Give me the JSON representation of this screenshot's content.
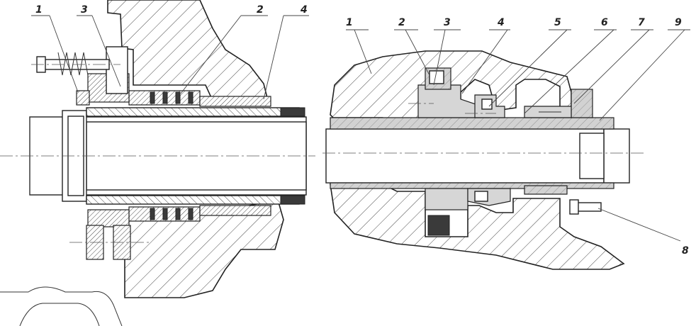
{
  "figure": {
    "left_view": {
      "callouts": [
        "1",
        "3",
        "2",
        "4"
      ]
    },
    "right_view": {
      "callouts": [
        "1",
        "2",
        "3",
        "4",
        "5",
        "6",
        "7",
        "9",
        "8"
      ]
    }
  }
}
